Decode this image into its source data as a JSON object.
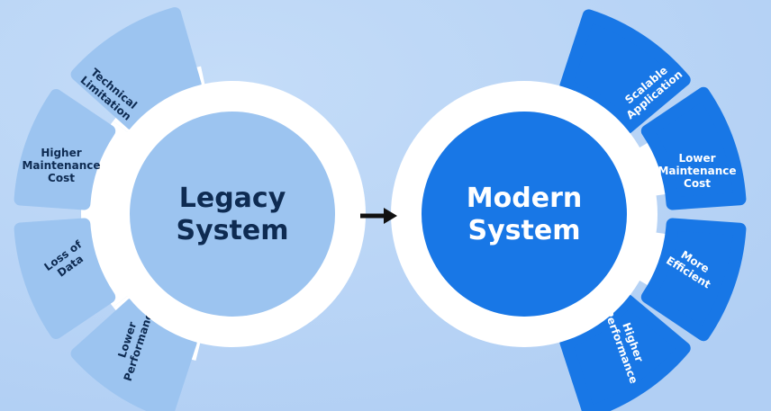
{
  "legacy": {
    "title_line1": "Legacy",
    "title_line2": "System",
    "items": [
      {
        "lines": [
          "Technical",
          "Limitation"
        ]
      },
      {
        "lines": [
          "Higher",
          "Maintenance",
          "Cost"
        ]
      },
      {
        "lines": [
          "Loss of",
          "Data"
        ]
      },
      {
        "lines": [
          "Lower",
          "Performance"
        ]
      }
    ]
  },
  "modern": {
    "title_line1": "Modern",
    "title_line2": "System",
    "items": [
      {
        "lines": [
          "Scalable",
          "Application"
        ]
      },
      {
        "lines": [
          "Lower",
          "Maintenance",
          "Cost"
        ]
      },
      {
        "lines": [
          "More",
          "Efficient"
        ]
      },
      {
        "lines": [
          "Higher",
          "Performance"
        ]
      }
    ]
  },
  "colors": {
    "background": "#b9d5f6",
    "legacy_fill": "#9cc4f0",
    "legacy_text": "#0e2b52",
    "modern_fill": "#1877e6",
    "modern_text": "#ffffff",
    "ring": "#ffffff",
    "arrow": "#111111"
  }
}
